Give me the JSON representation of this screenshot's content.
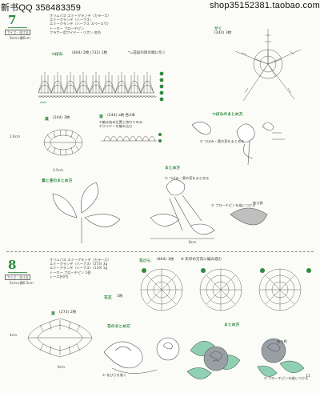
{
  "watermark": {
    "left": "新书QQ 358483359",
    "right": "shop35152381.taobao.com"
  },
  "page_number": "11",
  "section7": {
    "number": "7",
    "size_label": "サイズ・花寸法",
    "size_value": "9cm×横6cm",
    "materials": [
      "オリムパス エミーグランデ〈カラーズ〉",
      "エミーグランデ〈ハーブス〉",
      "エミーグランデ〈ハーブス スペースワ〉",
      "トーホー ブローチピン",
      "フラワー用ワイヤー・リボン 各色"
    ],
    "tsubomi_label": "つぼみ",
    "tsubomi_spec": "(804) 2枚 (732) 1枚",
    "tsubomi_note": "*=前段の目の頭に引く",
    "gaku_label": "がく",
    "gaku_spec": "(244) 3枚",
    "tsubomi_matome": "つぼみのまとめ方",
    "ha_label": "葉",
    "ha_spec": "(244) 3枚",
    "ha2_label": "葉",
    "ha2_spec": "(244) a枚 各2本",
    "ha_notes": [
      "①編み始め位置と終わりのみ",
      "②ワイヤーを編み込む"
    ],
    "dim_3_5": "3.5cm",
    "dim_2_6": "2.6cm",
    "ha_matome": "葉と茎のまとめ方",
    "matome": "まとめ方",
    "dim_8cm": "8cm",
    "assembly_notes": [
      "① つぼみ・葉の茎をまとめる",
      "② ブローチピンを縫いつける",
      "後ろ側"
    ]
  },
  "section8": {
    "number": "8",
    "size_label": "サイズ・花寸法",
    "size_value": "5cm×横6.5cm",
    "materials": [
      "オリムパス エミーグランデ〈カラーズ〉",
      "エミーグランデ〈ハーブス〉(273) 3g",
      "エミーグランデ〈ハーブス〉(119) 1g",
      "トーホー ブローチピン 1個",
      "レース針0号"
    ],
    "ha_label": "葉",
    "ha_spec": "(273) 2枚",
    "hanabira_label": "花びら",
    "hanabira_spec": "(804) 1枚",
    "hanabira_note": "※ 矢印の方向に編み進む",
    "kashin_label": "花芯",
    "kashin_spec": "1枚",
    "hana_matome": "花のまとめ方",
    "matome": "まとめ方",
    "dim_4cm": "4cm",
    "dim_6cm": "6cm",
    "assembly_notes": [
      "① 花びらを巻く",
      "② ブローチピンを縫いつける",
      "後ろ側"
    ]
  },
  "colors": {
    "accent": "#2f8a3e",
    "leaf": "#8fd0b2",
    "rose": "#9a9fa5",
    "text": "#3a3a3a"
  }
}
